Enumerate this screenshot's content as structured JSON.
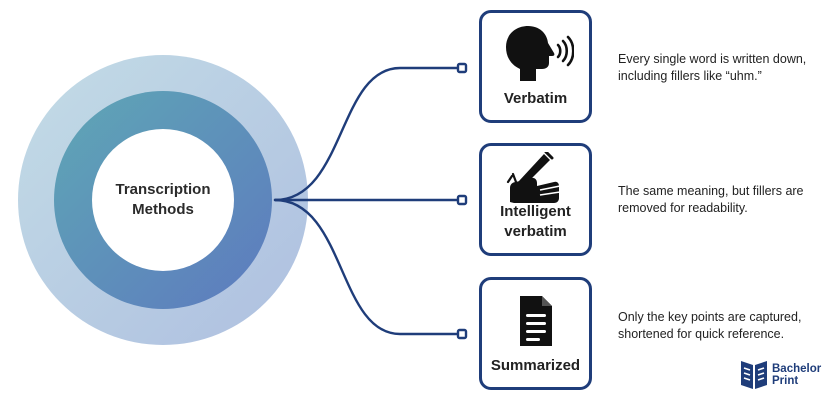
{
  "center": {
    "line1": "Transcription",
    "line2": "Methods"
  },
  "methods": [
    {
      "icon": "speaking-head-icon",
      "label": "Verbatim",
      "description": "Every single word is written down, including fillers like “uhm.”"
    },
    {
      "icon": "writing-hand-icon",
      "label": "Intelligent verbatim",
      "description": "The same meaning, but fillers are removed for readability."
    },
    {
      "icon": "document-icon",
      "label": "Summarized",
      "description": "Only the key points are captured, shortened for quick reference."
    }
  ],
  "brand": {
    "line1": "Bachelor",
    "line2": "Print"
  },
  "colors": {
    "outer_ring": "#bcd3e3",
    "inner_ring_start": "#5fa3b6",
    "inner_ring_end": "#5e7fbf",
    "navy": "#1f3d7a",
    "text": "#222222"
  }
}
